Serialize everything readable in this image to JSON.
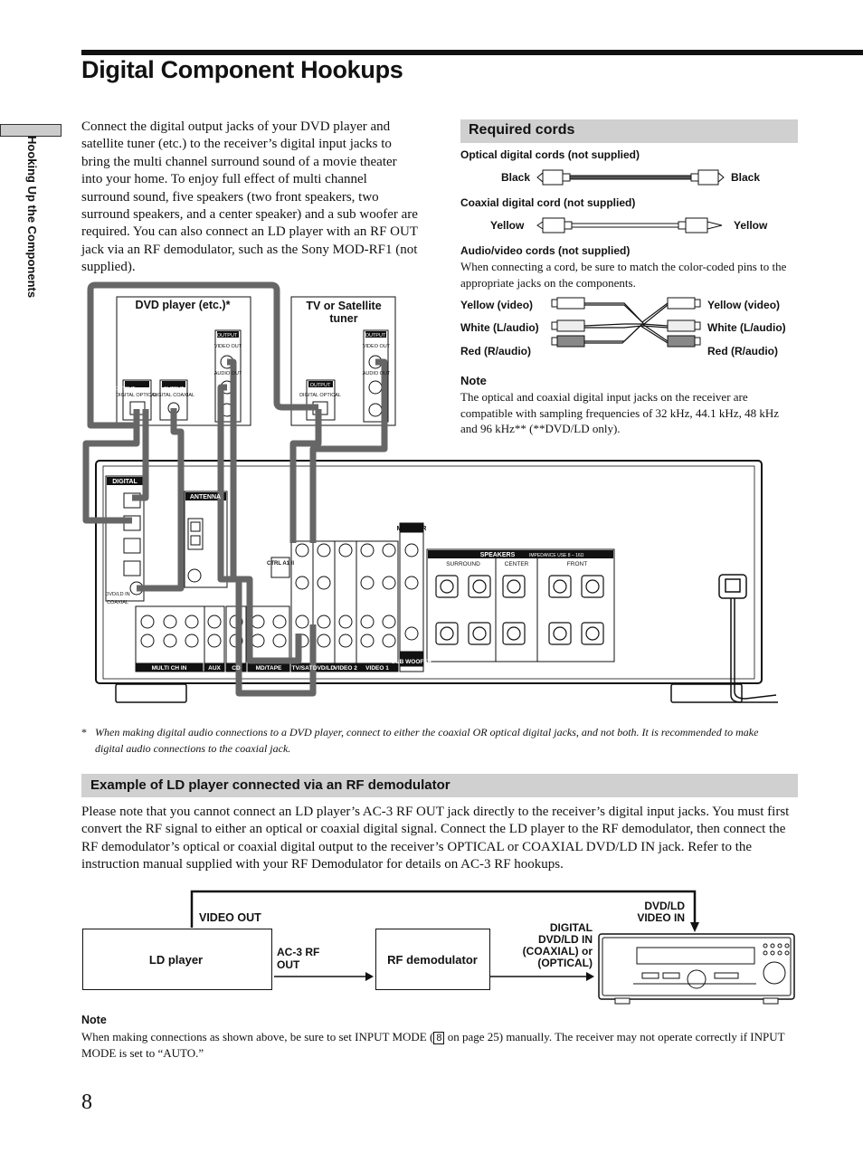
{
  "page": {
    "title": "Digital Component Hookups",
    "side_tab": "Hooking Up the Components",
    "page_number": "8"
  },
  "intro": "Connect the digital output jacks of your DVD player and satellite tuner (etc.) to the receiver’s digital input jacks to bring the multi channel surround sound of a movie theater into your home. To enjoy full effect of multi channel surround sound, five speakers (two front speakers, two surround speakers, and a center speaker) and a sub woofer are required. You can also connect an LD player with an RF OUT jack via an RF demodulator, such as the Sony MOD-RF1 (not supplied).",
  "required_cords": {
    "heading": "Required cords",
    "optical": {
      "title": "Optical digital cords (not supplied)",
      "left": "Black",
      "right": "Black"
    },
    "coaxial": {
      "title": "Coaxial digital cord (not supplied)",
      "left": "Yellow",
      "right": "Yellow"
    },
    "av": {
      "title": "Audio/video cords (not supplied)",
      "desc": "When connecting a cord, be sure to match the color-coded pins to the appropriate jacks on the components.",
      "left": [
        "Yellow (video)",
        "White (L/audio)",
        "Red (R/audio)"
      ],
      "right": [
        "Yellow (video)",
        "White (L/audio)",
        "Red (R/audio)"
      ]
    },
    "note_title": "Note",
    "note": "The optical and coaxial digital input jacks on the receiver are compatible with sampling frequencies of 32 kHz, 44.1 kHz, 48 kHz and 96 kHz** (**DVD/LD only)."
  },
  "diagram": {
    "dvd_label": "DVD player (etc.)*",
    "tuner_label": "TV or Satellite tuner",
    "output": "OUTPUT",
    "digital_optical": "DIGITAL OPTICAL",
    "digital_coaxial": "DIGITAL COAXIAL",
    "video_out": "VIDEO OUT",
    "audio_out": "AUDIO OUT",
    "digital": "DIGITAL",
    "antenna": "ANTENNA",
    "monitor": "MONITOR",
    "speakers": "SPEAKERS",
    "impedance": "IMPEDANCE USE 8 – 16Ω",
    "surround": "SURROUND",
    "center": "CENTER",
    "front": "FRONT",
    "coaxial": "COAXIAL",
    "dvdld_in": "DVD/LD IN",
    "ctrl": "CTRL A1 II",
    "bottom_labels": [
      "MULTI CH IN",
      "AUX",
      "CD",
      "MD/TAPE",
      "TV/SAT",
      "DVD/LD",
      "VIDEO 2",
      "VIDEO 1",
      "SUB WOOFER"
    ]
  },
  "footnote_star": "*",
  "footnote": "When making digital audio connections to a DVD player, connect to either the coaxial OR optical digital jacks, and not both. It is recommended to make digital audio connections to the coaxial jack.",
  "rf_section": {
    "heading": "Example of LD player connected via an RF demodulator",
    "paragraph": "Please note that you cannot connect an LD player’s AC-3 RF OUT jack directly to the receiver’s digital input jacks. You must first convert the RF signal to either an optical or coaxial digital signal. Connect the LD player to the RF demodulator, then connect the RF demodulator’s optical or coaxial digital output to the receiver’s OPTICAL or COAXIAL DVD/LD IN jack. Refer to the instruction manual supplied with your RF Demodulator for details on AC-3 RF hookups.",
    "ld_player": "LD player",
    "rf_demod": "RF demodulator",
    "video_out": "VIDEO OUT",
    "ac3_rf_out": "AC-3 RF OUT",
    "digital_in": "DIGITAL DVD/LD IN (COAXIAL) or (OPTICAL)",
    "dvdld_video_in": "DVD/LD VIDEO IN",
    "note_title": "Note",
    "note_before": "When making connections as shown above, be sure to set INPUT MODE (",
    "note_key": "8",
    "note_after": " on page 25) manually. The receiver may not operate correctly if INPUT MODE is set to “AUTO.”"
  }
}
